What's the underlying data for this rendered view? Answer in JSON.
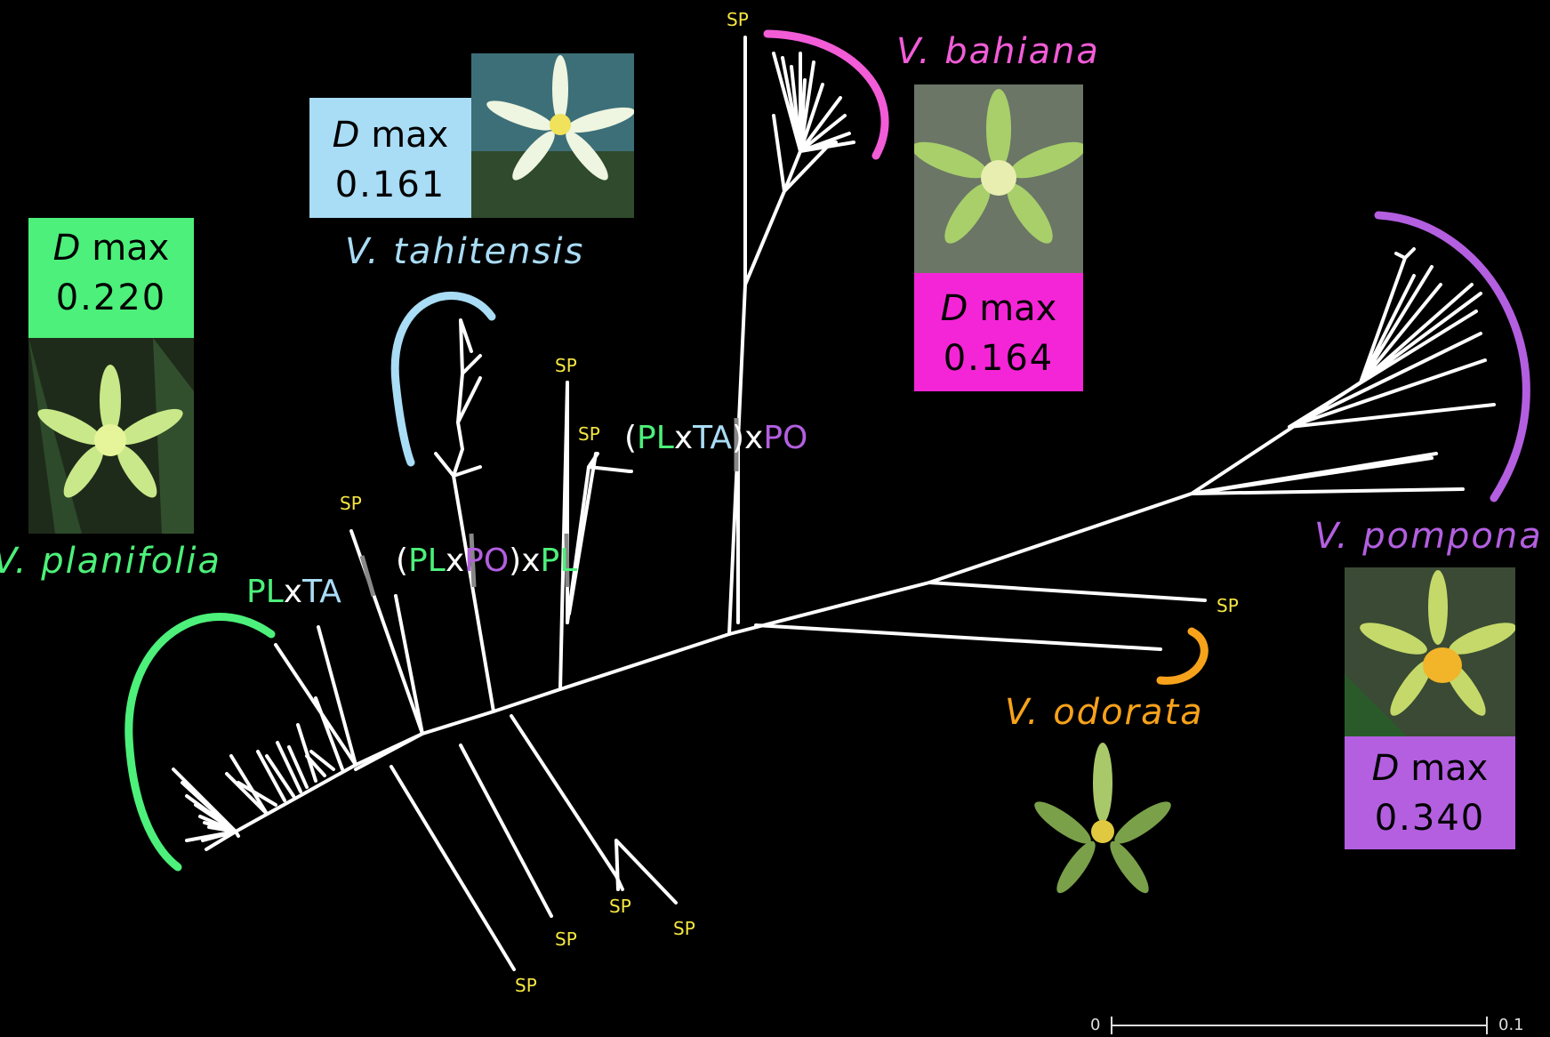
{
  "colors": {
    "planifolia": "#4cf07a",
    "tahitensis": "#a9dcf5",
    "bahiana": "#f25cd7",
    "pompona": "#b35fe0",
    "odorata": "#f7a21b",
    "sp": "#f5e642",
    "white": "#ffffff"
  },
  "species": {
    "planifolia": {
      "name": "V. planifolia",
      "d_label": "D",
      "max_label": "max",
      "value": "0.220"
    },
    "tahitensis": {
      "name": "V. tahitensis",
      "d_label": "D",
      "max_label": "max",
      "value": "0.161"
    },
    "bahiana": {
      "name": "V. bahiana",
      "d_label": "D",
      "max_label": "max",
      "value": "0.164"
    },
    "pompona": {
      "name": "V. pompona",
      "d_label": "D",
      "max_label": "max",
      "value": "0.340"
    },
    "odorata": {
      "name": "V. odorata"
    }
  },
  "sp_label": "SP",
  "hybrids": {
    "pl_ta": {
      "a": "PL",
      "x1": "x",
      "b": "TA"
    },
    "plpo_pl": {
      "o1": "(",
      "a": "PL",
      "x1": "x",
      "b": "PO",
      "c1": ")",
      "x2": "x",
      "c": "PL"
    },
    "plta_po": {
      "o1": "(",
      "a": "PL",
      "x1": "x",
      "b": "TA",
      "c1": ")",
      "x2": "x",
      "c": "PO"
    }
  },
  "scale": {
    "min": "0",
    "max": "0.1"
  },
  "icons": [
    "orchid-photo-icon"
  ]
}
